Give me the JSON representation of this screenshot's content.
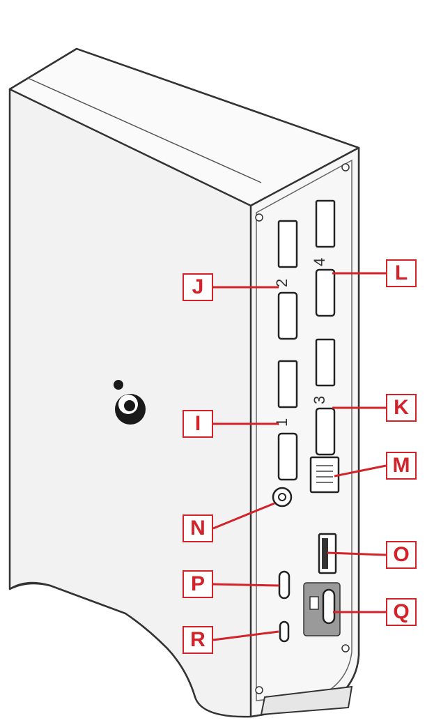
{
  "callouts": {
    "j": "J",
    "i": "I",
    "n": "N",
    "p": "P",
    "r": "R",
    "l": "L",
    "k": "K",
    "m": "M",
    "o": "O",
    "q": "Q"
  },
  "colors": {
    "callout": "#d2232a",
    "outline": "#333333",
    "body_fill": "#f2f2f2",
    "back_panel": "#f7f7f7"
  },
  "icons": {
    "logo": "iogear-logo-icon"
  }
}
